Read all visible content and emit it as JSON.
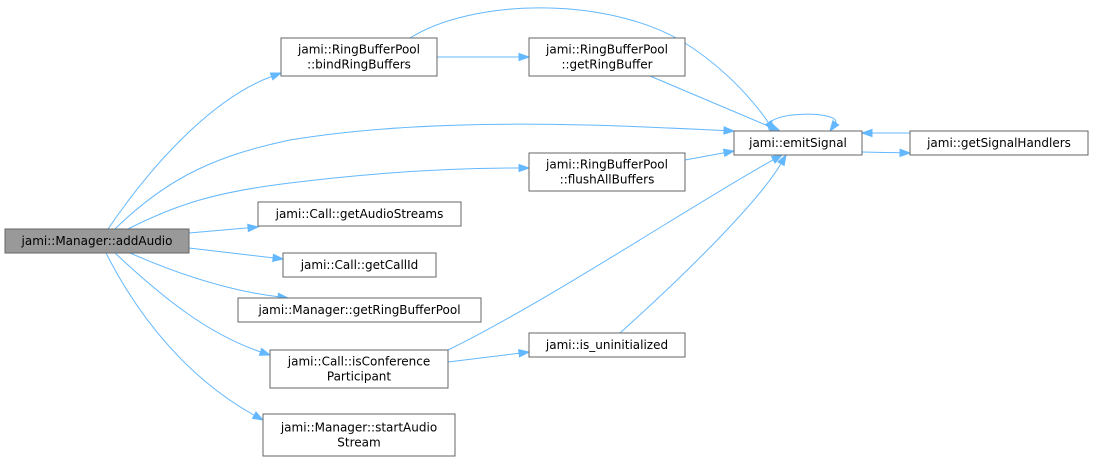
{
  "colors": {
    "edge": "#63b8ff",
    "root_fill": "#999999",
    "node_border": "#666666",
    "node_fill": "#ffffff"
  },
  "nodes": {
    "addAudio": {
      "lines": [
        "jami::Manager::addAudio"
      ]
    },
    "bindRingBuffers": {
      "lines": [
        "jami::RingBufferPool",
        "::bindRingBuffers"
      ]
    },
    "getRingBuffer": {
      "lines": [
        "jami::RingBufferPool",
        "::getRingBuffer"
      ]
    },
    "emitSignal": {
      "lines": [
        "jami::emitSignal"
      ]
    },
    "getSignalHandlers": {
      "lines": [
        "jami::getSignalHandlers"
      ]
    },
    "flushAllBuffers": {
      "lines": [
        "jami::RingBufferPool",
        "::flushAllBuffers"
      ]
    },
    "getAudioStreams": {
      "lines": [
        "jami::Call::getAudioStreams"
      ]
    },
    "getCallId": {
      "lines": [
        "jami::Call::getCallId"
      ]
    },
    "getRingBufferPool": {
      "lines": [
        "jami::Manager::getRingBufferPool"
      ]
    },
    "isConferenceParticipant": {
      "lines": [
        "jami::Call::isConference",
        "Participant"
      ]
    },
    "is_uninitialized": {
      "lines": [
        "jami::is_uninitialized"
      ]
    },
    "startAudioStream": {
      "lines": [
        "jami::Manager::startAudio",
        "Stream"
      ]
    }
  },
  "edges": [
    [
      "addAudio",
      "bindRingBuffers"
    ],
    [
      "addAudio",
      "emitSignal"
    ],
    [
      "addAudio",
      "flushAllBuffers"
    ],
    [
      "addAudio",
      "getAudioStreams"
    ],
    [
      "addAudio",
      "getCallId"
    ],
    [
      "addAudio",
      "getRingBufferPool"
    ],
    [
      "addAudio",
      "isConferenceParticipant"
    ],
    [
      "addAudio",
      "startAudioStream"
    ],
    [
      "bindRingBuffers",
      "emitSignal"
    ],
    [
      "bindRingBuffers",
      "getRingBuffer"
    ],
    [
      "getRingBuffer",
      "emitSignal"
    ],
    [
      "emitSignal",
      "emitSignal"
    ],
    [
      "emitSignal",
      "getSignalHandlers"
    ],
    [
      "getSignalHandlers",
      "emitSignal"
    ],
    [
      "flushAllBuffers",
      "emitSignal"
    ],
    [
      "isConferenceParticipant",
      "emitSignal"
    ],
    [
      "isConferenceParticipant",
      "is_uninitialized"
    ],
    [
      "is_uninitialized",
      "emitSignal"
    ]
  ]
}
